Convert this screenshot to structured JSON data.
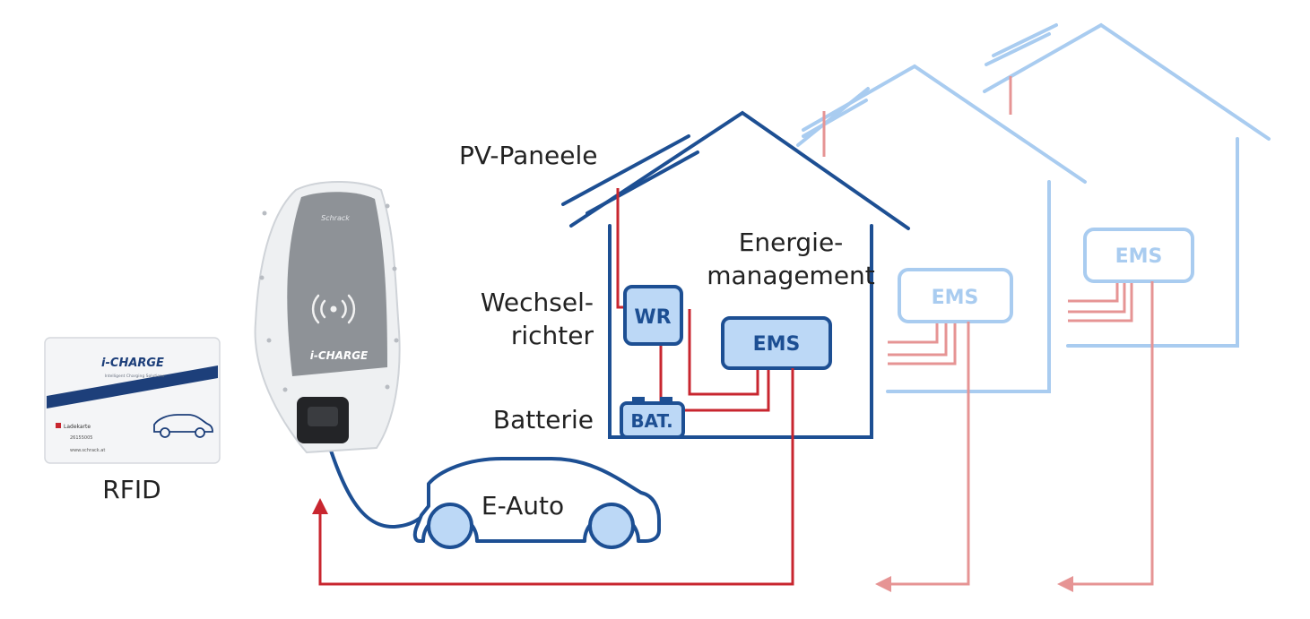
{
  "labels": {
    "pv": "PV-Paneele",
    "inverter_line1": "Wechsel-",
    "inverter_line2": "richter",
    "battery": "Batterie",
    "energy_line1": "Energie-",
    "energy_line2": "management",
    "rfid": "RFID",
    "car": "E-Auto"
  },
  "boxes": {
    "wr": "WR",
    "bat": "BAT.",
    "ems": "EMS",
    "ems_house2": "EMS",
    "ems_house3": "EMS"
  },
  "rfid_card": {
    "brand": "i-CHARGE",
    "tagline": "Intelligent Charging Solutions",
    "card_label": "Ladekarte",
    "number": "26155005",
    "url": "www.schrack.at"
  },
  "wallbox": {
    "brand": "i-CHARGE",
    "maker": "Schrack"
  },
  "colors": {
    "dark_blue": "#1d4f93",
    "light_blue": "#a9ccf0",
    "box_fill": "#bcd8f6",
    "red": "#c8262f",
    "light_red": "#e69494",
    "text": "#222222"
  }
}
